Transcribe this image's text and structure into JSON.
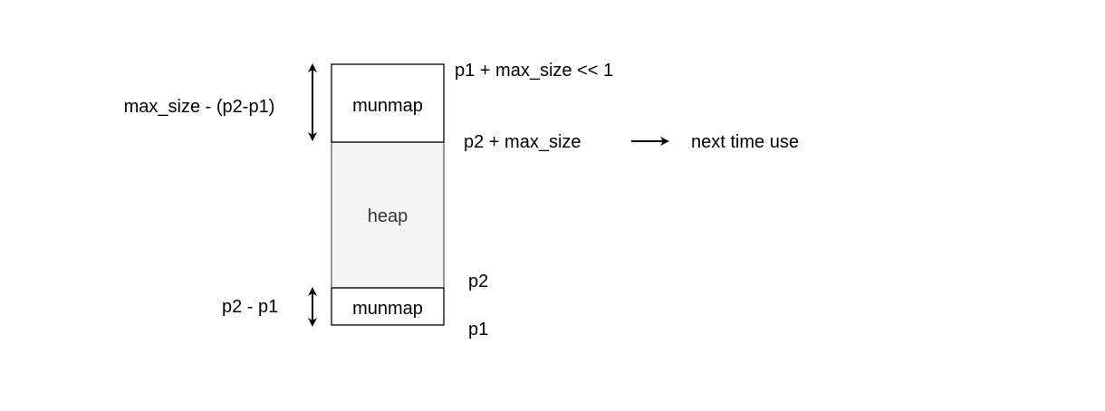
{
  "blocks": {
    "top_munmap": "munmap",
    "heap": "heap",
    "bottom_munmap": "munmap"
  },
  "labels": {
    "top_size": "max_size - (p2-p1)",
    "top_address": "p1 + max_size << 1",
    "middle_address": "p2 + max_size",
    "next_use": "next time use",
    "bottom_size": "p2 - p1",
    "p2": "p2",
    "p1": "p1"
  },
  "colors": {
    "heap_fill": "#f5f5f5",
    "heap_stroke": "#666666",
    "stroke": "#000000"
  }
}
